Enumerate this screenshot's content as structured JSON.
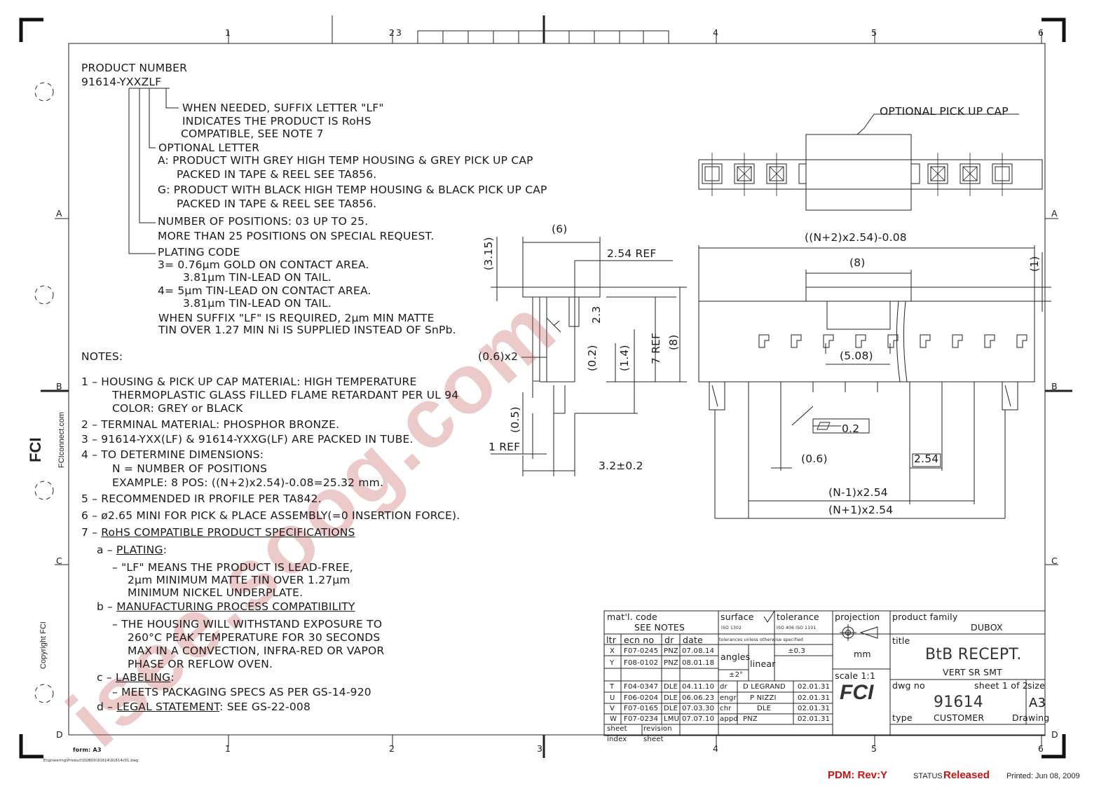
{
  "grid": {
    "cols_top": [
      "1",
      "2",
      "3",
      "4",
      "5",
      "6"
    ],
    "cols_bottom": [
      "1",
      "2",
      "3",
      "4",
      "5",
      "6"
    ],
    "rows_left": [
      "A",
      "B",
      "C",
      "D"
    ],
    "rows_right": [
      "A",
      "B",
      "C",
      "D"
    ]
  },
  "product": {
    "heading": "PRODUCT NUMBER",
    "number": "91614-YXXZLF",
    "suffix_lines": [
      "WHEN NEEDED, SUFFIX LETTER \"LF\"",
      "INDICATES THE PRODUCT IS RoHS",
      "COMPATIBLE, SEE NOTE 7"
    ],
    "optional_letter": "OPTIONAL LETTER",
    "option_lines": [
      "A: PRODUCT WITH GREY HIGH TEMP HOUSING & GREY PICK UP CAP",
      "PACKED IN TAPE & REEL SEE TA856.",
      "G: PRODUCT WITH BLACK HIGH TEMP HOUSING & BLACK PICK UP CAP",
      "PACKED IN TAPE & REEL SEE TA856."
    ],
    "positions_lines": [
      "NUMBER OF POSITIONS: 03 UP TO 25.",
      "MORE THAN 25 POSITIONS ON SPECIAL REQUEST."
    ],
    "plating_lines": [
      "PLATING CODE",
      "3= 0.76μm GOLD ON CONTACT AREA.",
      "3.81μm TIN-LEAD ON TAIL.",
      "4= 5μm TIN-LEAD ON CONTACT AREA.",
      "3.81μm TIN-LEAD ON TAIL.",
      "WHEN SUFFIX \"LF\" IS REQUIRED, 2μm MIN MATTE",
      "TIN OVER 1.27 MIN Ni IS SUPPLIED INSTEAD OF SnPb."
    ]
  },
  "notes": {
    "heading": "NOTES:",
    "n1": [
      "1 – HOUSING & PICK UP CAP MATERIAL: HIGH TEMPERATURE",
      "THERMOPLASTIC GLASS FILLED FLAME RETARDANT PER UL 94",
      "COLOR: GREY or BLACK"
    ],
    "n2": "2 – TERMINAL MATERIAL: PHOSPHOR BRONZE.",
    "n3": "3 – 91614-YXX(LF) & 91614-YXXG(LF) ARE PACKED IN TUBE.",
    "n4": [
      "4 – TO DETERMINE DIMENSIONS:",
      "N = NUMBER OF POSITIONS",
      "EXAMPLE: 8 POS: ((N+2)x2.54)-0.08=25.32 mm."
    ],
    "n5": "5 – RECOMMENDED IR PROFILE PER TA842.",
    "n6": "6 – ø2.65 MINI FOR PICK & PLACE ASSEMBLY(=0 INSERTION FORCE).",
    "n7_prefix": "7 – ",
    "n7_title": "RoHS COMPATIBLE PRODUCT SPECIFICATIONS",
    "a_prefix": "a – ",
    "a_title": "PLATING",
    "a_colon": ":",
    "a_lines": [
      "– \"LF\"  MEANS THE PRODUCT IS LEAD-FREE,",
      "2μm MINIMUM MATTE TIN OVER 1.27μm",
      "MINIMUM NICKEL UNDERPLATE."
    ],
    "b_prefix": "b – ",
    "b_title": "MANUFACTURING PROCESS COMPATIBILITY",
    "b_lines": [
      "– THE HOUSING WILL WITHSTAND EXPOSURE TO",
      "260°C PEAK TEMPERATURE FOR 30 SECONDS",
      "MAX IN A CONVECTION, INFRA-RED OR VAPOR",
      "PHASE OR REFLOW OVEN."
    ],
    "c_prefix": "c – ",
    "c_title": "LABELING",
    "c_colon": ":",
    "c_line": "– MEETS PACKAGING SPECS AS PER GS-14-920",
    "d_prefix": "d – ",
    "d_title": "LEGAL STATEMENT",
    "d_rest": ": SEE GS-22-008"
  },
  "dims": {
    "pick_cap": "OPTIONAL PICK UP CAP",
    "d6": "(6)",
    "d315": "(3.15)",
    "d254ref": "2.54 REF",
    "d23": "2.3",
    "d7ref": "7 REF",
    "d8v": "(8)",
    "d06x2": "(0.6)x2",
    "d02": "(0.2)",
    "d14": "(1.4)",
    "d05": "(0.5)",
    "d1ref": "1 REF",
    "d32": "3.2±0.2",
    "dtotal": "((N+2)x2.54)-0.08",
    "d8h": "(8)",
    "d1": "(1)",
    "d508": "(5.08)",
    "d02flat": "0.2",
    "d06": "(0.6)",
    "d254": "2.54",
    "dn1m": "(N-1)x2.54",
    "dn1p": "(N+1)x2.54"
  },
  "titleblock": {
    "matl_code": "mat'l. code",
    "see_notes": "SEE NOTES",
    "surface": "surface",
    "iso1302": "ISO 1302",
    "tolerance": "tolerance",
    "iso406": "ISO 406   ISO 1101",
    "tol_unless": "tolerances unless otherwise specified",
    "angles": "angles",
    "linear": "linear",
    "pm03": "±0.3",
    "pm2": "±2°",
    "projection": "projection",
    "mm": "mm",
    "scale": "scale 1:1",
    "product_family": "product family",
    "dubox": "DUBOX",
    "title_label": "title",
    "title": "BtB RECEPT.",
    "subtitle": "VERT SR SMT",
    "dwg_no": "dwg no",
    "sheet": "sheet 1 of 2",
    "size": "size",
    "number": "91614",
    "a3": "A3",
    "type": "type",
    "customer": "CUSTOMER",
    "drawing": "Drawing",
    "hdr": [
      "ltr",
      "ecn no",
      "dr",
      "date"
    ],
    "revs": [
      [
        "X",
        "F07-0245",
        "PNZ",
        "07.08.14"
      ],
      [
        "Y",
        "F08-0102",
        "PNZ",
        "08.01.18"
      ],
      [
        "T",
        "F04-0347",
        "DLE",
        "04.11.10"
      ],
      [
        "U",
        "F06-0204",
        "DLE",
        "06.06.23"
      ],
      [
        "V",
        "F07-0165",
        "DLE",
        "07.03.30"
      ],
      [
        "W",
        "F07-0234",
        "LMU",
        "07.07.10"
      ]
    ],
    "sign": [
      [
        "dr",
        "D LEGRAND",
        "02.01.31"
      ],
      [
        "engr",
        "P NIZZI",
        "02.01.31"
      ],
      [
        "chr",
        "DLE",
        "02.01.31"
      ],
      [
        "appd",
        "PNZ",
        "02.01.31"
      ]
    ],
    "sheet_index": "sheet",
    "index": "index",
    "revision": "revision",
    "sheet2": "sheet",
    "logo": "FCI"
  },
  "margin": {
    "fci_url": "FCIconnect.com",
    "copyright": "Copyright FCI",
    "form": "form: A3",
    "path": "Engineering\\Product\\DUBOX\\91614\\91614c01.dwg"
  },
  "watermark": "isee.soog.com",
  "footer": {
    "pdm": "PDM: Rev:Y",
    "status": "STATUS",
    "released": "Released",
    "printed": "Printed: Jun  08, 2009"
  }
}
